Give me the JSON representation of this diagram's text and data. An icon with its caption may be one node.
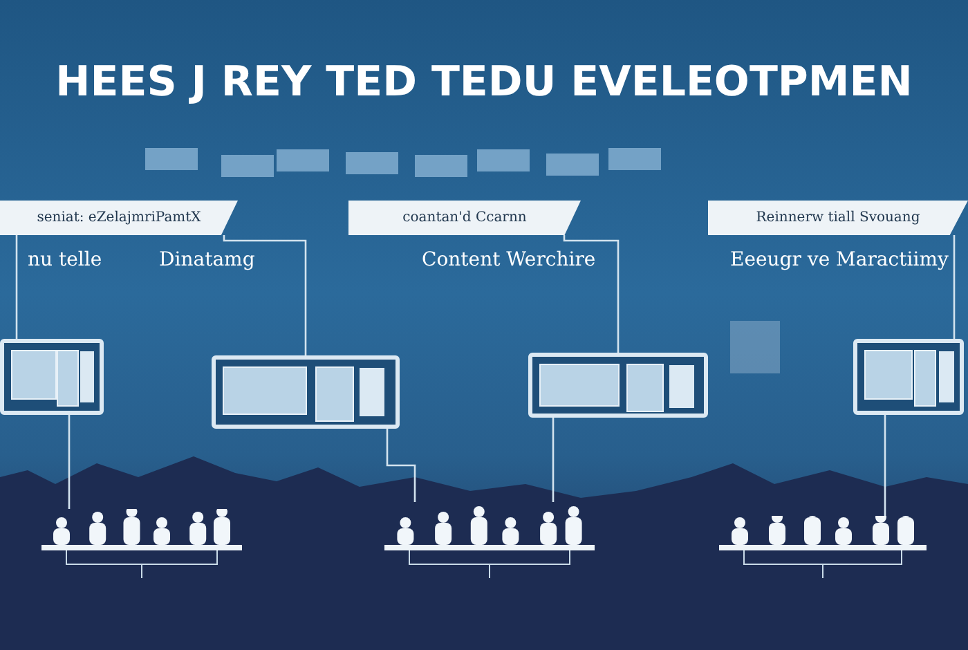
{
  "diagram": {
    "title": "HEES J REY TED TEDU EVELEOTPMEN",
    "nodes": [
      {
        "text": [
          "seniat: eZelajmriPamtX"
        ]
      },
      {
        "text": [
          "coantan'd Ccarnn"
        ]
      },
      {
        "text": [
          "Reinnerw tiall Svouang"
        ]
      },
      {
        "text": [],
        "shape": "box"
      },
      {
        "text": [],
        "shape": "box"
      },
      {
        "text": [],
        "shape": "box"
      },
      {
        "text": [],
        "shape": "box"
      },
      {
        "text": [],
        "shape": "picture"
      },
      {
        "text": [],
        "shape": "picture"
      },
      {
        "text": [],
        "shape": "picture"
      }
    ],
    "edges": [
      {
        "from": 0,
        "to": 3,
        "arrow": "none"
      },
      {
        "from": 0,
        "to": 4,
        "arrow": "none"
      },
      {
        "from": 1,
        "to": 5,
        "arrow": "none"
      },
      {
        "from": 2,
        "to": 6,
        "arrow": "none"
      },
      {
        "from": 3,
        "to": 7,
        "arrow": "none"
      },
      {
        "from": 4,
        "to": 8,
        "arrow": "none"
      },
      {
        "from": 5,
        "to": 8,
        "arrow": "none"
      },
      {
        "from": 6,
        "to": 9,
        "arrow": "none"
      }
    ],
    "labels": [
      "nu telle",
      "Dinatamg",
      "Content Werchire",
      "Eeeugr ve Maractiimy"
    ]
  }
}
